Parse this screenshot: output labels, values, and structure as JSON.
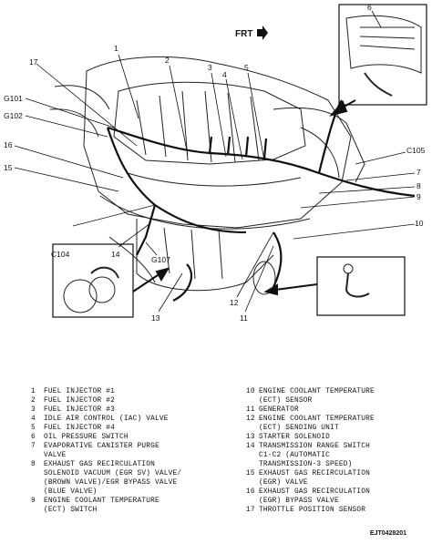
{
  "diagram": {
    "direction_label": "FRT",
    "callouts": {
      "c1": "1",
      "c2": "2",
      "c3": "3",
      "c4": "4",
      "c5": "5",
      "c6": "6",
      "c7": "7",
      "c8": "8",
      "c9": "9",
      "c10": "10",
      "c11": "11",
      "c12": "12",
      "c13": "13",
      "c14": "14",
      "c15": "15",
      "c16": "16",
      "c17": "17",
      "g101": "G101",
      "g102": "G102",
      "g107": "G107",
      "c104": "C104",
      "c105": "C105"
    }
  },
  "legend": {
    "left": [
      {
        "num": "1",
        "text": "FUEL INJECTOR #1"
      },
      {
        "num": "2",
        "text": "FUEL INJECTOR #2"
      },
      {
        "num": "3",
        "text": "FUEL INJECTOR #3"
      },
      {
        "num": "4",
        "text": "IDLE AIR CONTROL (IAC) VALVE"
      },
      {
        "num": "5",
        "text": "FUEL INJECTOR #4"
      },
      {
        "num": "6",
        "text": "OIL PRESSURE SWITCH"
      },
      {
        "num": "7",
        "text": "EVAPORATIVE CANISTER PURGE\nVALVE"
      },
      {
        "num": "8",
        "text": "EXHAUST GAS RECIRCULATION\nSOLENOID VACUUM (EGR SV) VALVE/\n(BROWN VALVE)/EGR BYPASS VALVE\n(BLUE VALVE)"
      },
      {
        "num": "9",
        "text": "ENGINE COOLANT TEMPERATURE\n(ECT) SWITCH"
      }
    ],
    "right": [
      {
        "num": "10",
        "text": "ENGINE COOLANT TEMPERATURE\n(ECT) SENSOR"
      },
      {
        "num": "11",
        "text": "GENERATOR"
      },
      {
        "num": "12",
        "text": "ENGINE COOLANT TEMPERATURE\n(ECT) SENDING UNIT"
      },
      {
        "num": "13",
        "text": "STARTER SOLENOID"
      },
      {
        "num": "14",
        "text": "TRANSMISSION RANGE SWITCH\nC1-C2 (AUTOMATIC\nTRANSMISSION-3 SPEED)"
      },
      {
        "num": "15",
        "text": "EXHAUST GAS RECIRCULATION\n(EGR) VALVE"
      },
      {
        "num": "16",
        "text": "EXHAUST GAS RECIRCULATION\n(EGR) BYPASS VALVE"
      },
      {
        "num": "17",
        "text": "THROTTLE POSITION SENSOR"
      }
    ]
  },
  "reference_code": "EJT0428201"
}
